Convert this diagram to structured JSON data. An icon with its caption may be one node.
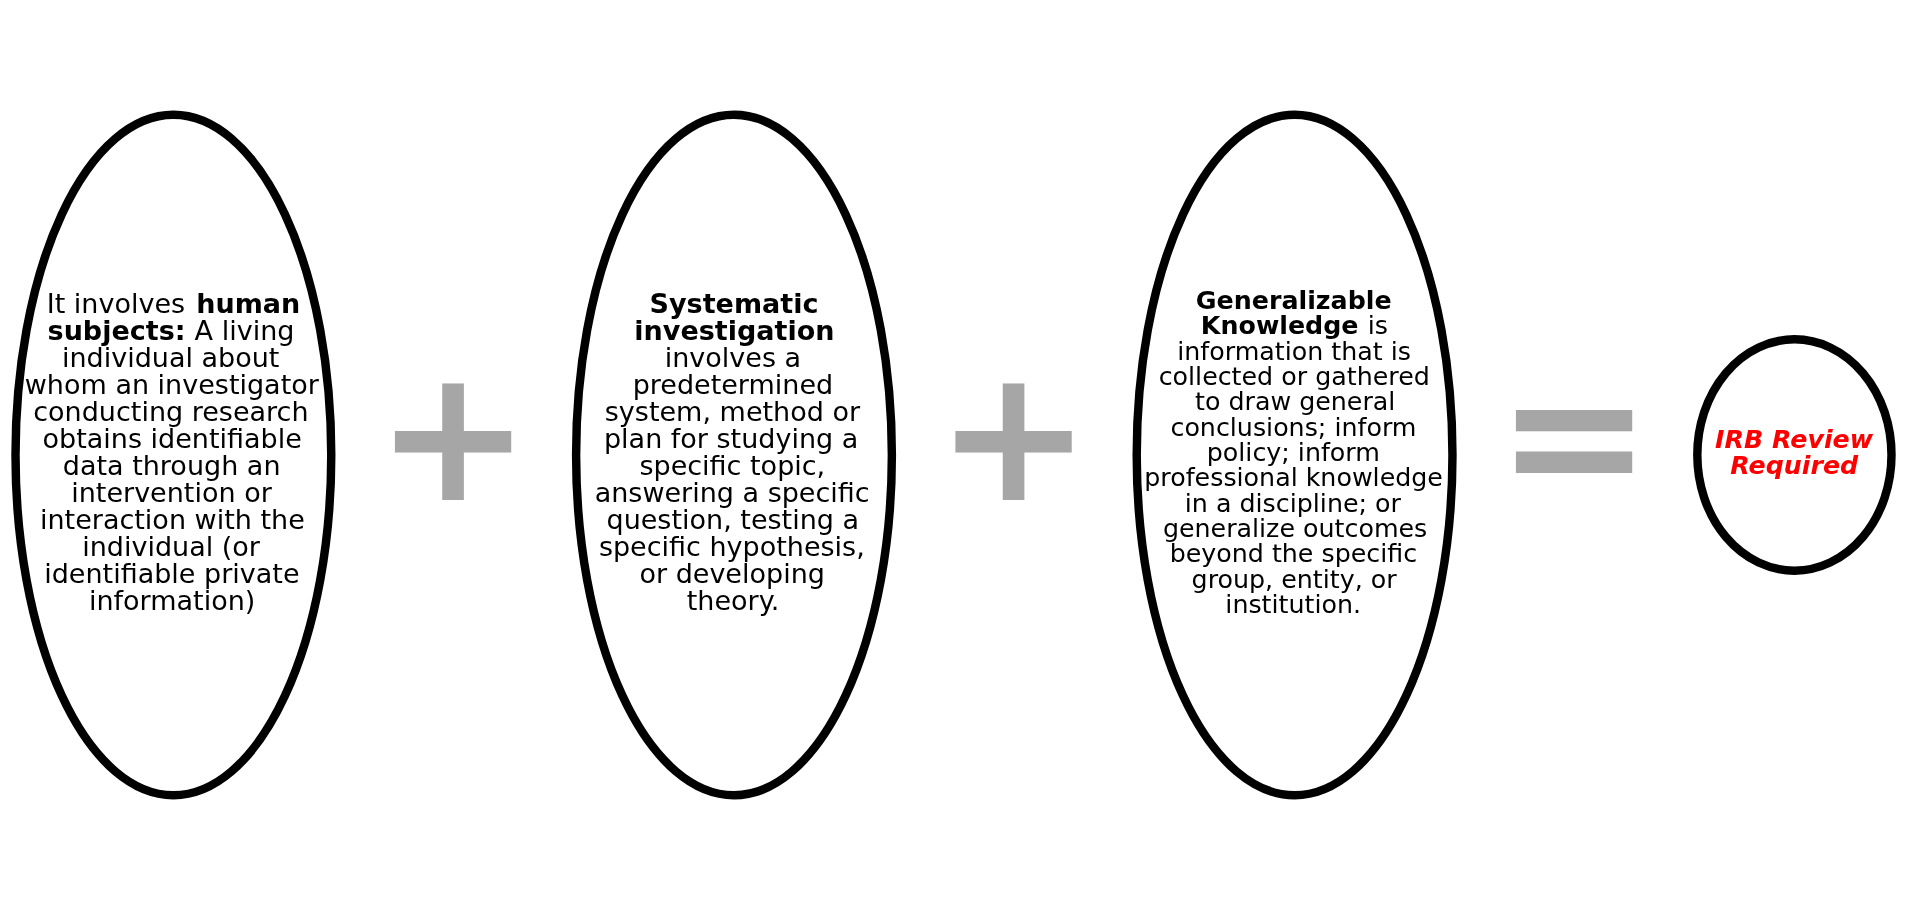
{
  "diagram": {
    "nodes": [
      {
        "text": [
          "It involves **human subjects:** A living individual about whom an investigator conducting research obtains identifiable data through an intervention or interaction with the individual (or identifiable private information)"
        ]
      },
      {
        "text": [
          "**Systematic investigation** involves a predetermined system, method or plan for studying a specific topic, answering a specific question, testing a specific hypothesis, or developing theory."
        ]
      },
      {
        "text": [
          "**Generalizable Knowledge** is information that is collected or gathered to draw general conclusions; inform policy; inform professional knowledge in a discipline; or generalize outcomes beyond the specific group, entity, or institution."
        ]
      },
      {
        "text": [
          "IRB Review Required"
        ]
      }
    ],
    "labels": [
      "+",
      "+",
      "="
    ]
  }
}
